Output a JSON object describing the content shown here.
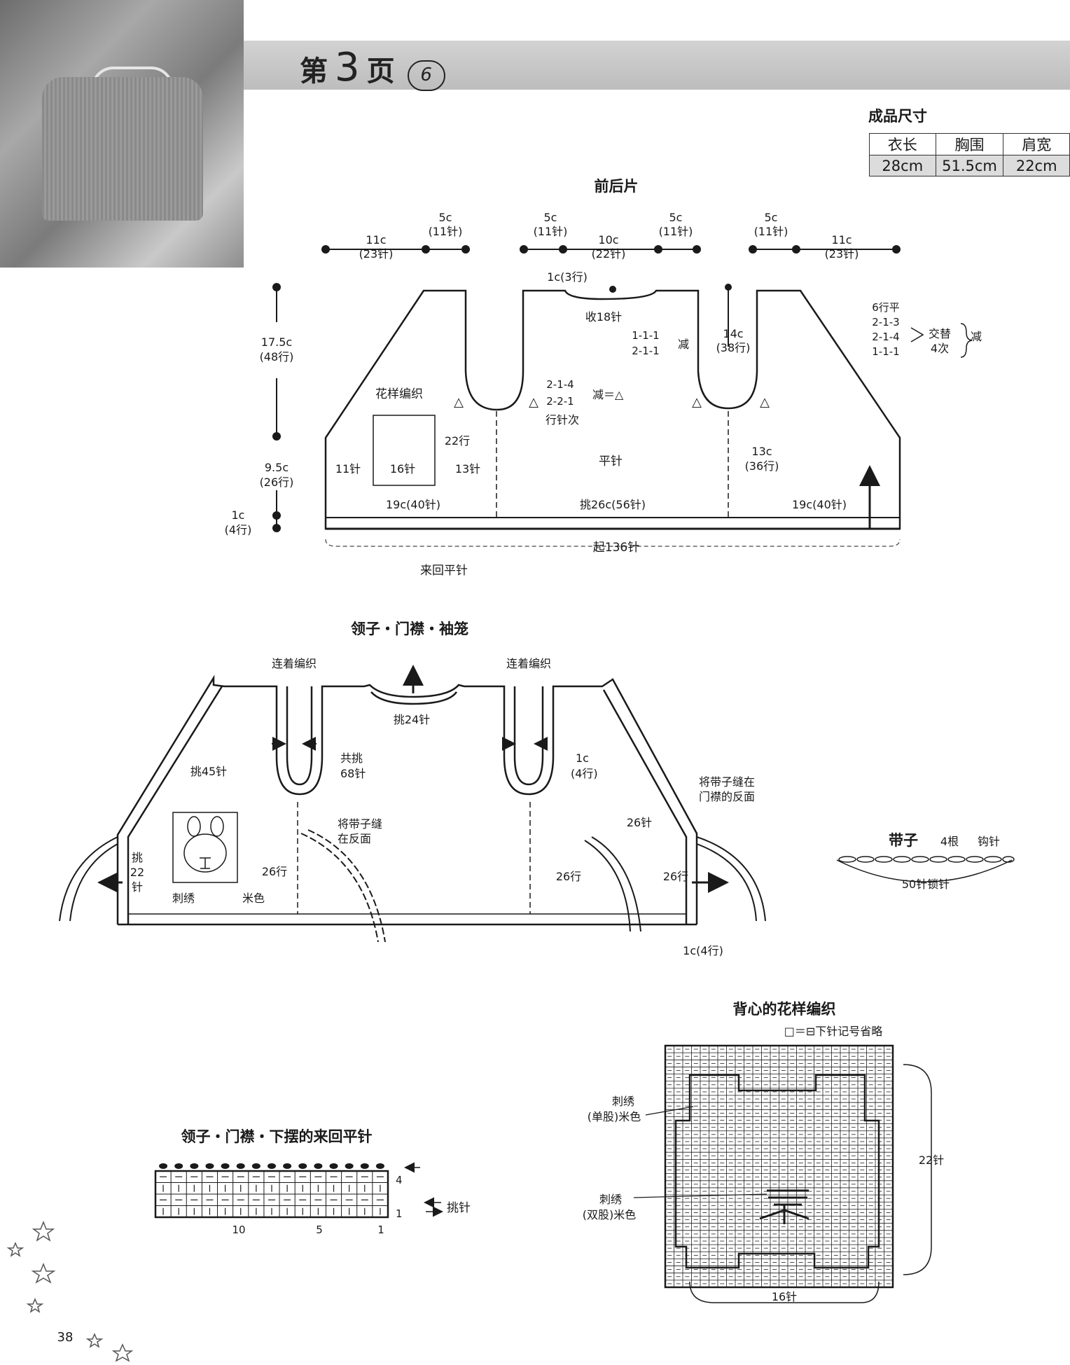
{
  "header": {
    "prefix": "第",
    "number": "3",
    "suffix": "页",
    "badge": "6"
  },
  "size_table": {
    "title": "成品尺寸",
    "headers": [
      "衣长",
      "胸围",
      "肩宽"
    ],
    "values": [
      "28cm",
      "51.5cm",
      "22cm"
    ]
  },
  "front_back": {
    "title": "前后片",
    "top_dims": {
      "left_shoulder": {
        "cm": "11c",
        "st": "(23针)"
      },
      "left_neck": {
        "cm": "5c",
        "st": "(11针)"
      },
      "back_neck_l": {
        "cm": "5c",
        "st": "(11针)"
      },
      "center": {
        "cm": "10c",
        "st": "(22针)"
      },
      "back_neck_r": {
        "cm": "5c",
        "st": "(11针)"
      },
      "right_neck": {
        "cm": "5c",
        "st": "(11针)"
      },
      "right_shoulder": {
        "cm": "11c",
        "st": "(23针)"
      }
    },
    "height_upper": {
      "cm": "17.5c",
      "rows": "(48行)"
    },
    "height_mid": {
      "cm": "9.5c",
      "rows": "(26行)"
    },
    "height_hem": {
      "cm": "1c",
      "rows": "(4行)"
    },
    "neck_drop": "1c(3行)",
    "neck_decrease": "收18针",
    "dec_mid": [
      "1-1-1",
      "2-1-1"
    ],
    "dec_mid_label": "减",
    "armhole": {
      "cm": "14c",
      "rows": "(38行)"
    },
    "side_dec": [
      "6行平",
      "2-1-3",
      "2-1-4",
      "1-1-1"
    ],
    "alternate": "交替",
    "alternate_times": "4次",
    "side_dec_label": "减",
    "armhole_dec": [
      "2-1-4",
      "2-2-1"
    ],
    "armhole_dec_label": "减＝△",
    "row_stitch_times": "行针次",
    "pattern_label": "花样编织",
    "motif_rows": "22行",
    "motif_left": "11针",
    "motif_width": "16针",
    "motif_right": "13针",
    "stockinette": "平针",
    "side_lower": {
      "cm": "13c",
      "rows": "(36行)"
    },
    "bottom_left": "19c(40针)",
    "bottom_center": "挑26c(56针)",
    "bottom_right": "19c(40针)",
    "cast_on": "起136针",
    "garter_label": "来回平针"
  },
  "collar": {
    "title": "领子・门襟・袖笼",
    "cont_knit_left": "连着编织",
    "cont_knit_right": "连着编织",
    "pick_neck": "挑24针",
    "pick_total_1": "共挑",
    "pick_total_2": "68针",
    "band_1": "1c",
    "band_2": "(4行)",
    "sew_band_1": "将带子缝在",
    "sew_band_2": "门襟的反面",
    "pick45": "挑45针",
    "pick22": [
      "挑",
      "22",
      "针"
    ],
    "sew_reverse_1": "将带子缝",
    "sew_reverse_2": "在反面",
    "rows26_a": "26行",
    "rows26_b": "26针",
    "rows26_c": "26行",
    "rows26_d": "26行",
    "embroidery": "刺绣",
    "beige": "米色",
    "hem": "1c(4行)"
  },
  "tie": {
    "title": "带子",
    "count": "4根",
    "tool": "钩针",
    "chain": "50针锁针"
  },
  "garter_chart": {
    "title": "领子・门襟・下摆的来回平针",
    "row_top": "4",
    "row_bottom": "1",
    "pick_label": "挑针",
    "col_labels": [
      "10",
      "5",
      "1"
    ]
  },
  "pattern_chart": {
    "title": "背心的花样编织",
    "legend": "□＝⊟下针记号省略",
    "emb_single_1": "刺绣",
    "emb_single_2": "(单股)米色",
    "emb_double_1": "刺绣",
    "emb_double_2": "(双股)米色",
    "rows": "22针",
    "stitches": "16针"
  },
  "page_number": "38"
}
